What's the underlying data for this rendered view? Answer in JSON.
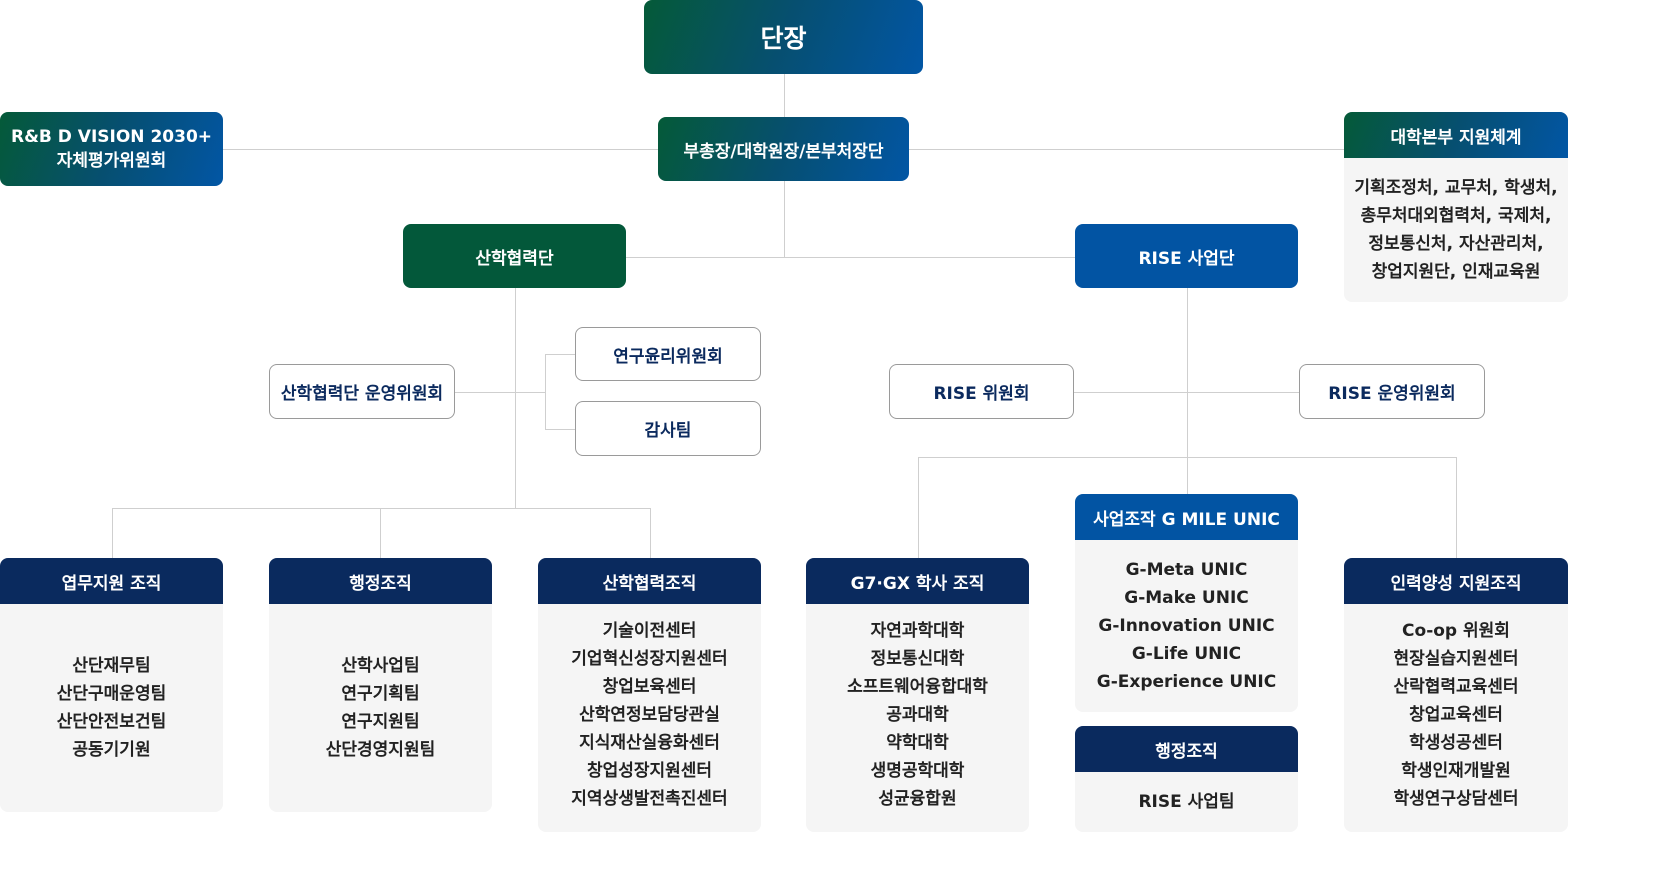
{
  "top": {
    "head": "단장",
    "vice": "부총장/대학원장/본부처장단"
  },
  "vision": {
    "line1": "R&B D VISION 2030+",
    "line2": "자체평가위원회"
  },
  "support": {
    "title": "대학본부 지원체계",
    "lines": [
      "기획조정처, 교무처, 학생처,",
      "총무처대외협력처, 국제처,",
      "정보통신처, 자산관리처,",
      "창업지원단, 인재교육원"
    ]
  },
  "iuc": {
    "title": "산학협력단",
    "committee": "산학협력단 운영위원회",
    "ethics": "연구윤리위원회",
    "audit": "감사팀"
  },
  "rise": {
    "title": "RISE 사업단",
    "committee": "RISE 위원회",
    "ops_committee": "RISE 운영위원회"
  },
  "cards": [
    {
      "title": "엽무지원 조직",
      "items": [
        "산단재무팀",
        "산단구매운영팀",
        "산단안전보건팀",
        "공동기기원"
      ]
    },
    {
      "title": "행정조직",
      "items": [
        "산학사업팀",
        "연구기획팀",
        "연구지원팀",
        "산단경영지원팀"
      ]
    },
    {
      "title": "산학협력조직",
      "items": [
        "기술이전센터",
        "기업혁신성장지원센터",
        "창업보육센터",
        "산학연정보담당관실",
        "지식재산실융화센터",
        "창업성장지원센터",
        "지역상생발전촉진센터"
      ]
    },
    {
      "title": "G7·GX 학사 조직",
      "items": [
        "자연과학대학",
        "정보통신대학",
        "소프트웨어융합대학",
        "공과대학",
        "약학대학",
        "생명공학대학",
        "성균융합원"
      ]
    },
    {
      "title": "사업조작  G MILE UNIC",
      "items": [
        "G-Meta UNIC",
        "G-Make UNIC",
        "G-Innovation UNIC",
        "G-Life UNIC",
        "G-Experience UNIC"
      ]
    },
    {
      "title": "행정조직",
      "items": [
        "RISE 사업팀"
      ]
    },
    {
      "title": "인력양성 지원조직",
      "items": [
        "Co-op 위원회",
        "현장실습지원센터",
        "산락협력교육센터",
        "창업교육센터",
        "학생성공센터",
        "학생인재개발원",
        "학생연구상담센터"
      ]
    }
  ]
}
